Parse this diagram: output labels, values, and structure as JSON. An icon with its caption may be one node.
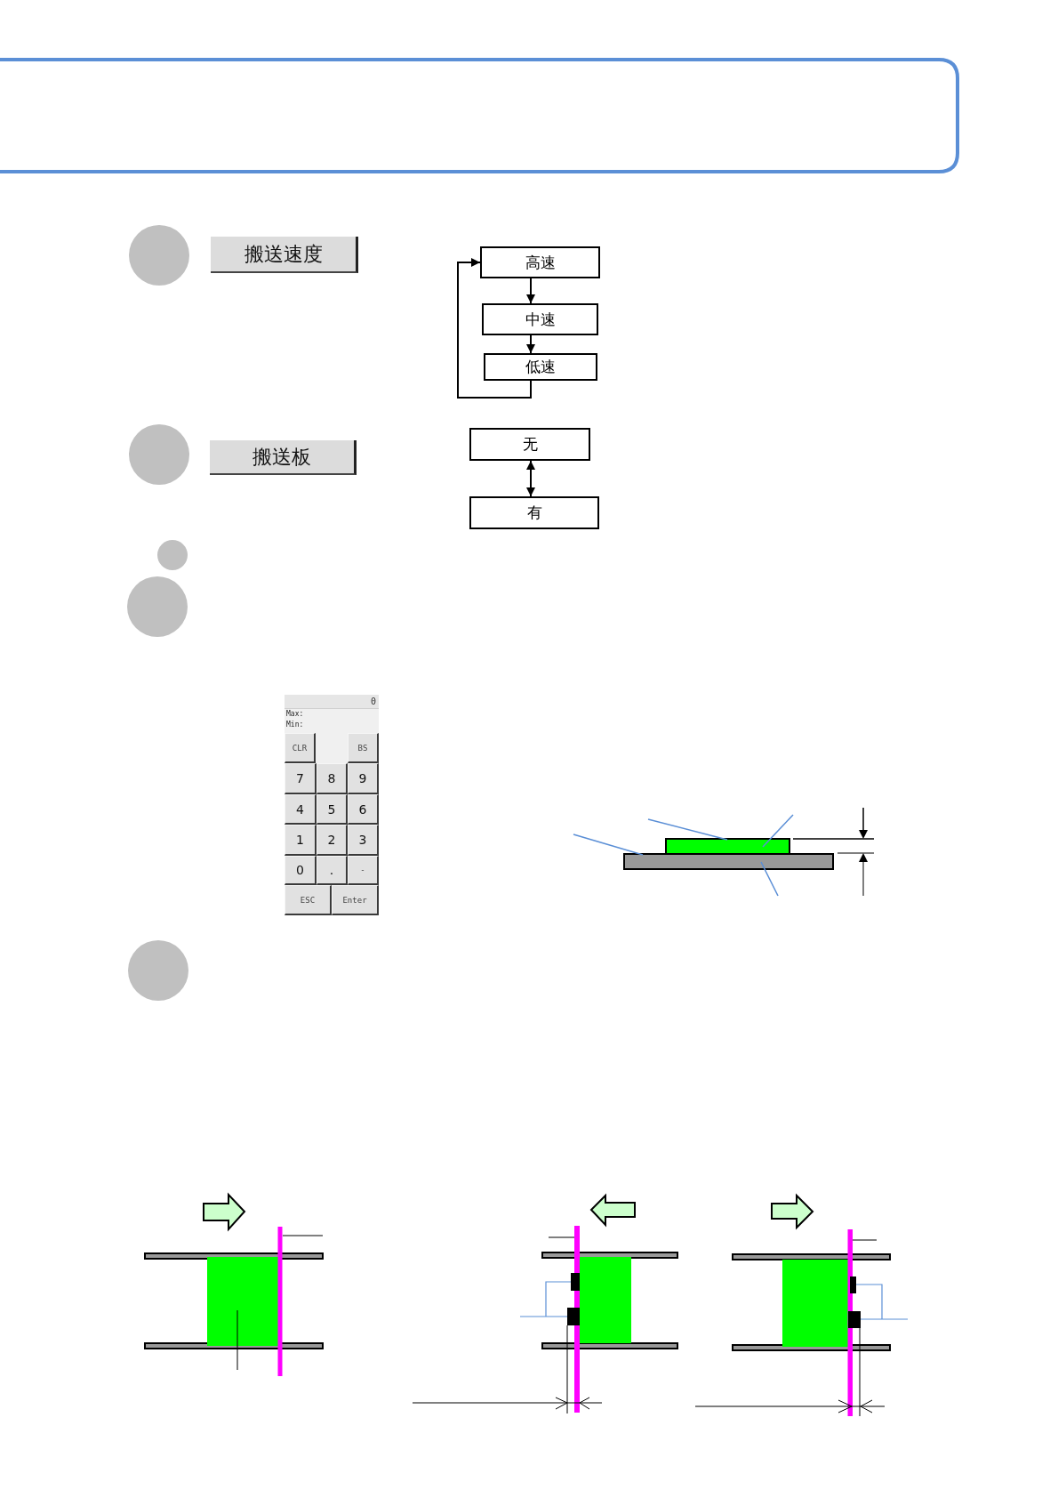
{
  "diagram": {
    "nodes": [
      {
        "text": [
          "搬送速度"
        ]
      },
      {
        "text": [
          "高速"
        ]
      },
      {
        "text": [
          "中速"
        ]
      },
      {
        "text": [
          "低速"
        ]
      },
      {
        "text": [
          "搬送板"
        ]
      },
      {
        "text": [
          "无"
        ]
      },
      {
        "text": [
          "有"
        ]
      }
    ],
    "edges": [
      {
        "from": 1,
        "to": 2,
        "arrow": "to"
      },
      {
        "from": 2,
        "to": 3,
        "arrow": "to"
      },
      {
        "from": 3,
        "to": 1,
        "arrow": "to"
      },
      {
        "from": 5,
        "to": 6,
        "arrow": "both"
      }
    ],
    "labels": [
      "0",
      "Max:",
      "Min:",
      "CLR",
      "BS",
      "7",
      "8",
      "9",
      "4",
      "5",
      "6",
      "1",
      "2",
      "3",
      "0",
      ".",
      "-",
      "ESC",
      "Enter"
    ]
  }
}
